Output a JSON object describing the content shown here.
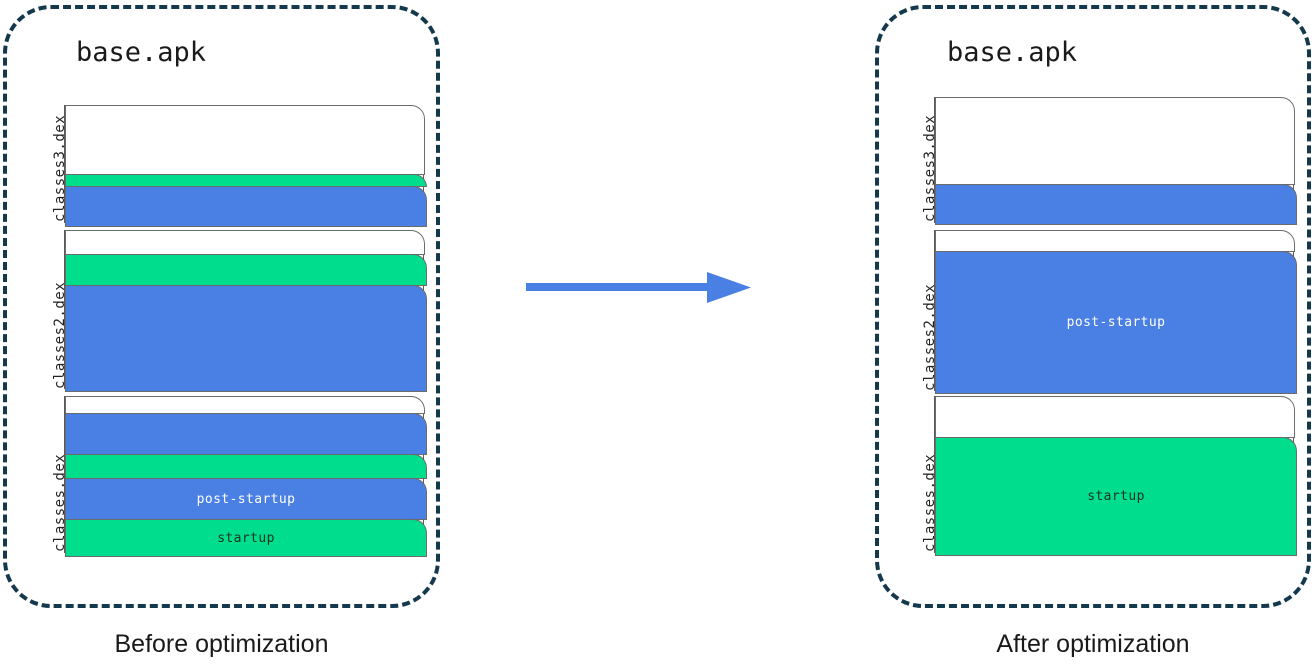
{
  "panels": [
    {
      "id": "before",
      "title": "base.apk",
      "caption": "Before optimization",
      "dex_files": [
        {
          "label": "classes3.dex",
          "bands": [
            {
              "kind": "white",
              "text": "",
              "height": 68
            },
            {
              "kind": "green",
              "text": "",
              "height": 11
            },
            {
              "kind": "blue",
              "text": "",
              "height": 39
            }
          ]
        },
        {
          "label": "classes2.dex",
          "bands": [
            {
              "kind": "white",
              "text": "",
              "height": 23
            },
            {
              "kind": "green",
              "text": "",
              "height": 30
            },
            {
              "kind": "blue",
              "text": "",
              "height": 105
            }
          ]
        },
        {
          "label": "classes.dex",
          "bands": [
            {
              "kind": "white",
              "text": "",
              "height": 16
            },
            {
              "kind": "blue",
              "text": "",
              "height": 40
            },
            {
              "kind": "green",
              "text": "",
              "height": 23
            },
            {
              "kind": "blue",
              "text": "post-startup",
              "height": 40
            },
            {
              "kind": "green",
              "text": "startup",
              "height": 37
            }
          ]
        }
      ]
    },
    {
      "id": "after",
      "title": "base.apk",
      "caption": "After optimization",
      "dex_files": [
        {
          "label": "classes3.dex",
          "bands": [
            {
              "kind": "white",
              "text": "",
              "height": 86
            },
            {
              "kind": "blue",
              "text": "",
              "height": 39
            }
          ]
        },
        {
          "label": "classes2.dex",
          "bands": [
            {
              "kind": "white",
              "text": "",
              "height": 20
            },
            {
              "kind": "blue",
              "text": "post-startup",
              "height": 140
            }
          ]
        },
        {
          "label": "classes.dex",
          "bands": [
            {
              "kind": "white",
              "text": "",
              "height": 40
            },
            {
              "kind": "green",
              "text": "startup",
              "height": 116
            }
          ]
        }
      ]
    }
  ],
  "arrow": {
    "name": "transformation-arrow",
    "direction": "right",
    "color": "#4a7fe3"
  },
  "colors": {
    "startup": "#00dd8d",
    "post_startup": "#4a7fe3",
    "container_border": "#14384c",
    "band_border": "#6b6b6b"
  }
}
